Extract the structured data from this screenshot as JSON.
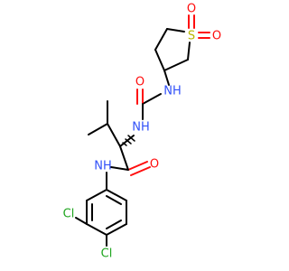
{
  "atoms": {
    "sulfur": "S",
    "oxygen_sulfone_top": "O",
    "oxygen_sulfone_right": "O",
    "nh_urea_right": "NH",
    "oxygen_carbonyl_urea": "O",
    "nh_urea_left": "NH",
    "nh_amide": "NH",
    "oxygen_carbonyl_amide": "O",
    "chlorine_upper": "Cl",
    "chlorine_lower": "Cl"
  },
  "colors": {
    "carbon_bond": "#000000",
    "oxygen": "#ff0d0d",
    "nitrogen": "#3050f8",
    "sulfur": "#b8b800",
    "chlorine": "#1fa51f"
  }
}
